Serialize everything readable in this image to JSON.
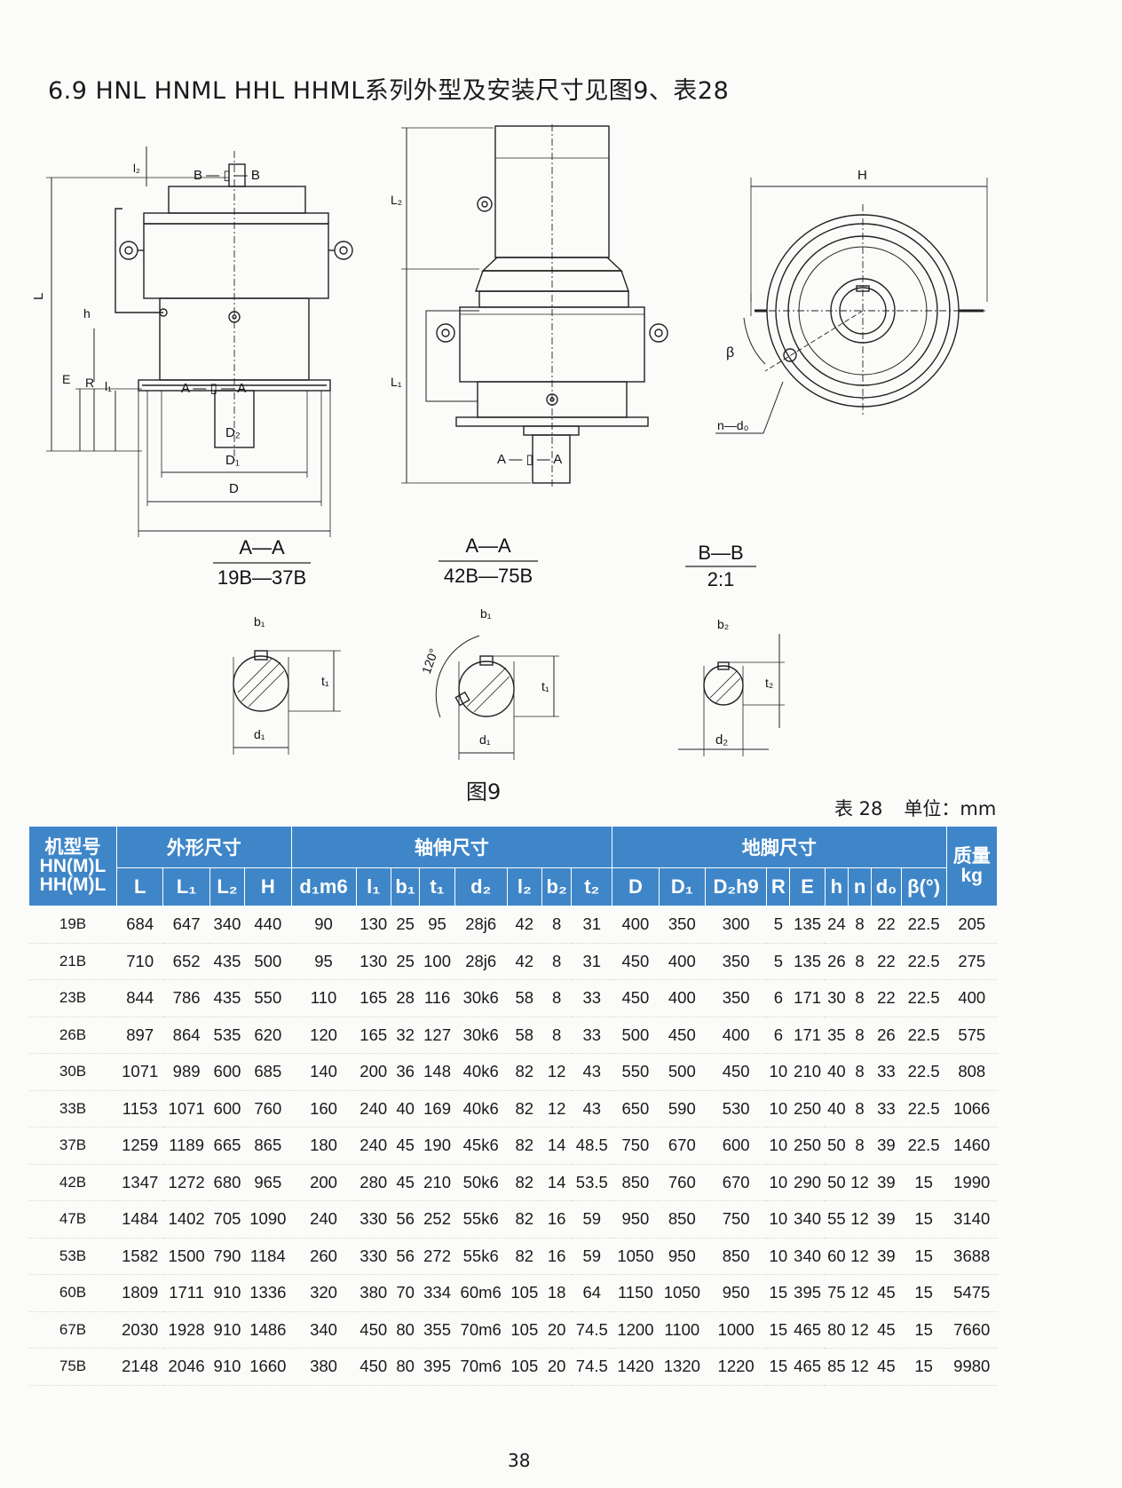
{
  "heading": "6.9 HNL HNML HHL HHML系列外型及安装尺寸见图9、表28",
  "figure": {
    "caption": "图9",
    "views": {
      "side1": {
        "L": "L",
        "E": "E",
        "R": "R",
        "h": "h",
        "l1": "l₁",
        "l2": "l₂",
        "D": "D",
        "D1": "D₁",
        "D2": "D₂",
        "BB": "B — ▯ — B",
        "AA": "A — ▯ — A"
      },
      "side2": {
        "L1": "L₁",
        "L2": "L₂",
        "AA": "A — ▯ — A"
      },
      "top": {
        "H": "H",
        "beta": "β",
        "nd0": "n—d₀"
      }
    },
    "sections": [
      {
        "title": "A—A",
        "range": "19B—37B",
        "b": "b₁",
        "t": "t₁",
        "d": "d₁"
      },
      {
        "title": "A—A",
        "range": "42B—75B",
        "b": "b₁",
        "t": "t₁",
        "d": "d₁",
        "angle": "120°"
      },
      {
        "title": "B—B",
        "range": "2:1",
        "b": "b₂",
        "t": "t₂",
        "d": "d₂"
      }
    ]
  },
  "table": {
    "caption": "表 28",
    "unit": "单位：mm",
    "model_header": [
      "机型号",
      "HN(M)L",
      "HH(M)L"
    ],
    "groups": [
      "外形尺寸",
      "轴伸尺寸",
      "地脚尺寸"
    ],
    "mass_header": [
      "质量",
      "kg"
    ],
    "columns": [
      "L",
      "L₁",
      "L₂",
      "H",
      "d₁m6",
      "l₁",
      "b₁",
      "t₁",
      "d₂",
      "l₂",
      "b₂",
      "t₂",
      "D",
      "D₁",
      "D₂h9",
      "R",
      "E",
      "h",
      "n",
      "d₀",
      "β(°)"
    ],
    "rows": [
      [
        "19B",
        "684",
        "647",
        "340",
        "440",
        "90",
        "130",
        "25",
        "95",
        "28j6",
        "42",
        "8",
        "31",
        "400",
        "350",
        "300",
        "5",
        "135",
        "24",
        "8",
        "22",
        "22.5",
        "205"
      ],
      [
        "21B",
        "710",
        "652",
        "435",
        "500",
        "95",
        "130",
        "25",
        "100",
        "28j6",
        "42",
        "8",
        "31",
        "450",
        "400",
        "350",
        "5",
        "135",
        "26",
        "8",
        "22",
        "22.5",
        "275"
      ],
      [
        "23B",
        "844",
        "786",
        "435",
        "550",
        "110",
        "165",
        "28",
        "116",
        "30k6",
        "58",
        "8",
        "33",
        "450",
        "400",
        "350",
        "6",
        "171",
        "30",
        "8",
        "22",
        "22.5",
        "400"
      ],
      [
        "26B",
        "897",
        "864",
        "535",
        "620",
        "120",
        "165",
        "32",
        "127",
        "30k6",
        "58",
        "8",
        "33",
        "500",
        "450",
        "400",
        "6",
        "171",
        "35",
        "8",
        "26",
        "22.5",
        "575"
      ],
      [
        "30B",
        "1071",
        "989",
        "600",
        "685",
        "140",
        "200",
        "36",
        "148",
        "40k6",
        "82",
        "12",
        "43",
        "550",
        "500",
        "450",
        "10",
        "210",
        "40",
        "8",
        "33",
        "22.5",
        "808"
      ],
      [
        "33B",
        "1153",
        "1071",
        "600",
        "760",
        "160",
        "240",
        "40",
        "169",
        "40k6",
        "82",
        "12",
        "43",
        "650",
        "590",
        "530",
        "10",
        "250",
        "40",
        "8",
        "33",
        "22.5",
        "1066"
      ],
      [
        "37B",
        "1259",
        "1189",
        "665",
        "865",
        "180",
        "240",
        "45",
        "190",
        "45k6",
        "82",
        "14",
        "48.5",
        "750",
        "670",
        "600",
        "10",
        "250",
        "50",
        "8",
        "39",
        "22.5",
        "1460"
      ],
      [
        "42B",
        "1347",
        "1272",
        "680",
        "965",
        "200",
        "280",
        "45",
        "210",
        "50k6",
        "82",
        "14",
        "53.5",
        "850",
        "760",
        "670",
        "10",
        "290",
        "50",
        "12",
        "39",
        "15",
        "1990"
      ],
      [
        "47B",
        "1484",
        "1402",
        "705",
        "1090",
        "240",
        "330",
        "56",
        "252",
        "55k6",
        "82",
        "16",
        "59",
        "950",
        "850",
        "750",
        "10",
        "340",
        "55",
        "12",
        "39",
        "15",
        "3140"
      ],
      [
        "53B",
        "1582",
        "1500",
        "790",
        "1184",
        "260",
        "330",
        "56",
        "272",
        "55k6",
        "82",
        "16",
        "59",
        "1050",
        "950",
        "850",
        "10",
        "340",
        "60",
        "12",
        "39",
        "15",
        "3688"
      ],
      [
        "60B",
        "1809",
        "1711",
        "910",
        "1336",
        "320",
        "380",
        "70",
        "334",
        "60m6",
        "105",
        "18",
        "64",
        "1150",
        "1050",
        "950",
        "15",
        "395",
        "75",
        "12",
        "45",
        "15",
        "5475"
      ],
      [
        "67B",
        "2030",
        "1928",
        "910",
        "1486",
        "340",
        "450",
        "80",
        "355",
        "70m6",
        "105",
        "20",
        "74.5",
        "1200",
        "1100",
        "1000",
        "15",
        "465",
        "80",
        "12",
        "45",
        "15",
        "7660"
      ],
      [
        "75B",
        "2148",
        "2046",
        "910",
        "1660",
        "380",
        "450",
        "80",
        "395",
        "70m6",
        "105",
        "20",
        "74.5",
        "1420",
        "1320",
        "1220",
        "15",
        "465",
        "85",
        "12",
        "45",
        "15",
        "9980"
      ]
    ]
  },
  "page_number": "38"
}
